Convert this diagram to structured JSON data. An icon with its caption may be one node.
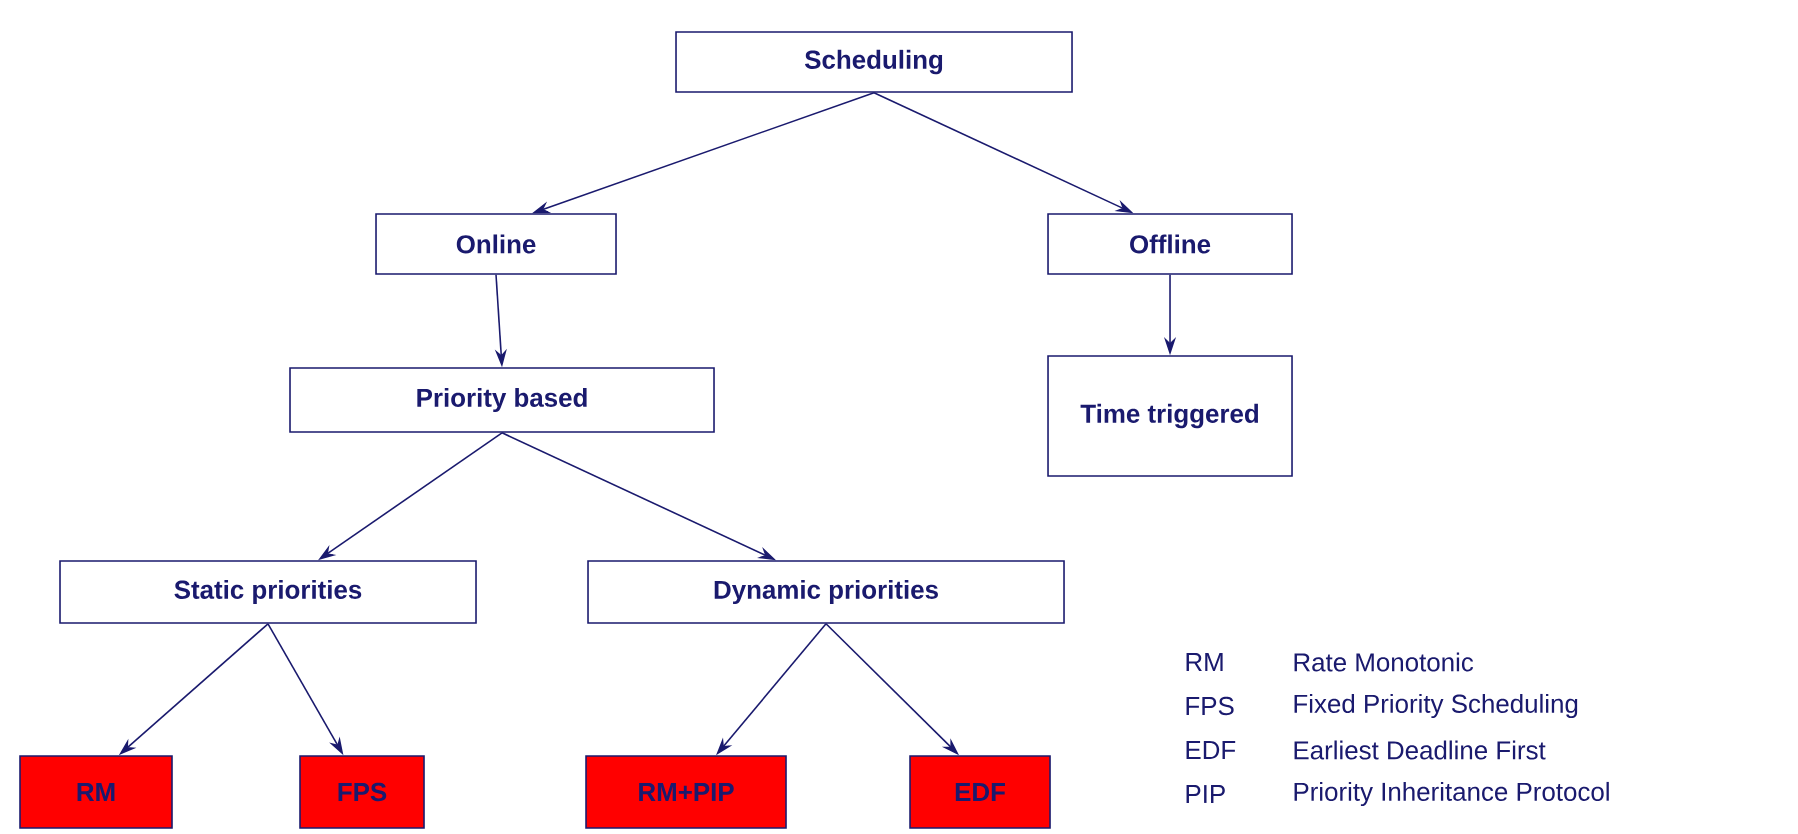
{
  "diagram": {
    "nodes": [
      {
        "text": [
          "Scheduling"
        ]
      },
      {
        "text": [
          "Online"
        ]
      },
      {
        "text": [
          "Offline"
        ]
      },
      {
        "text": [
          "Priority based"
        ]
      },
      {
        "text": [
          "Time triggered"
        ]
      },
      {
        "text": [
          "Static priorities"
        ]
      },
      {
        "text": [
          "Dynamic priorities"
        ]
      },
      {
        "text": [
          "RM"
        ]
      },
      {
        "text": [
          "FPS"
        ]
      },
      {
        "text": [
          "RM+PIP"
        ]
      },
      {
        "text": [
          "EDF"
        ]
      }
    ],
    "edges": [
      {
        "from": 0,
        "to": 1,
        "arrow": "to"
      },
      {
        "from": 0,
        "to": 2,
        "arrow": "to"
      },
      {
        "from": 1,
        "to": 3,
        "arrow": "to"
      },
      {
        "from": 2,
        "to": 4,
        "arrow": "to"
      },
      {
        "from": 3,
        "to": 5,
        "arrow": "to"
      },
      {
        "from": 3,
        "to": 6,
        "arrow": "to"
      },
      {
        "from": 5,
        "to": 7,
        "arrow": "to"
      },
      {
        "from": 5,
        "to": 8,
        "arrow": "to"
      },
      {
        "from": 6,
        "to": 9,
        "arrow": "to"
      },
      {
        "from": 6,
        "to": 10,
        "arrow": "to"
      }
    ],
    "labels": [
      "RM",
      "Rate Monotonic",
      "FPS",
      "Fixed Priority Scheduling",
      "EDF",
      "Earliest Deadline First",
      "PIP",
      "Priority Inheritance Protocol"
    ]
  }
}
